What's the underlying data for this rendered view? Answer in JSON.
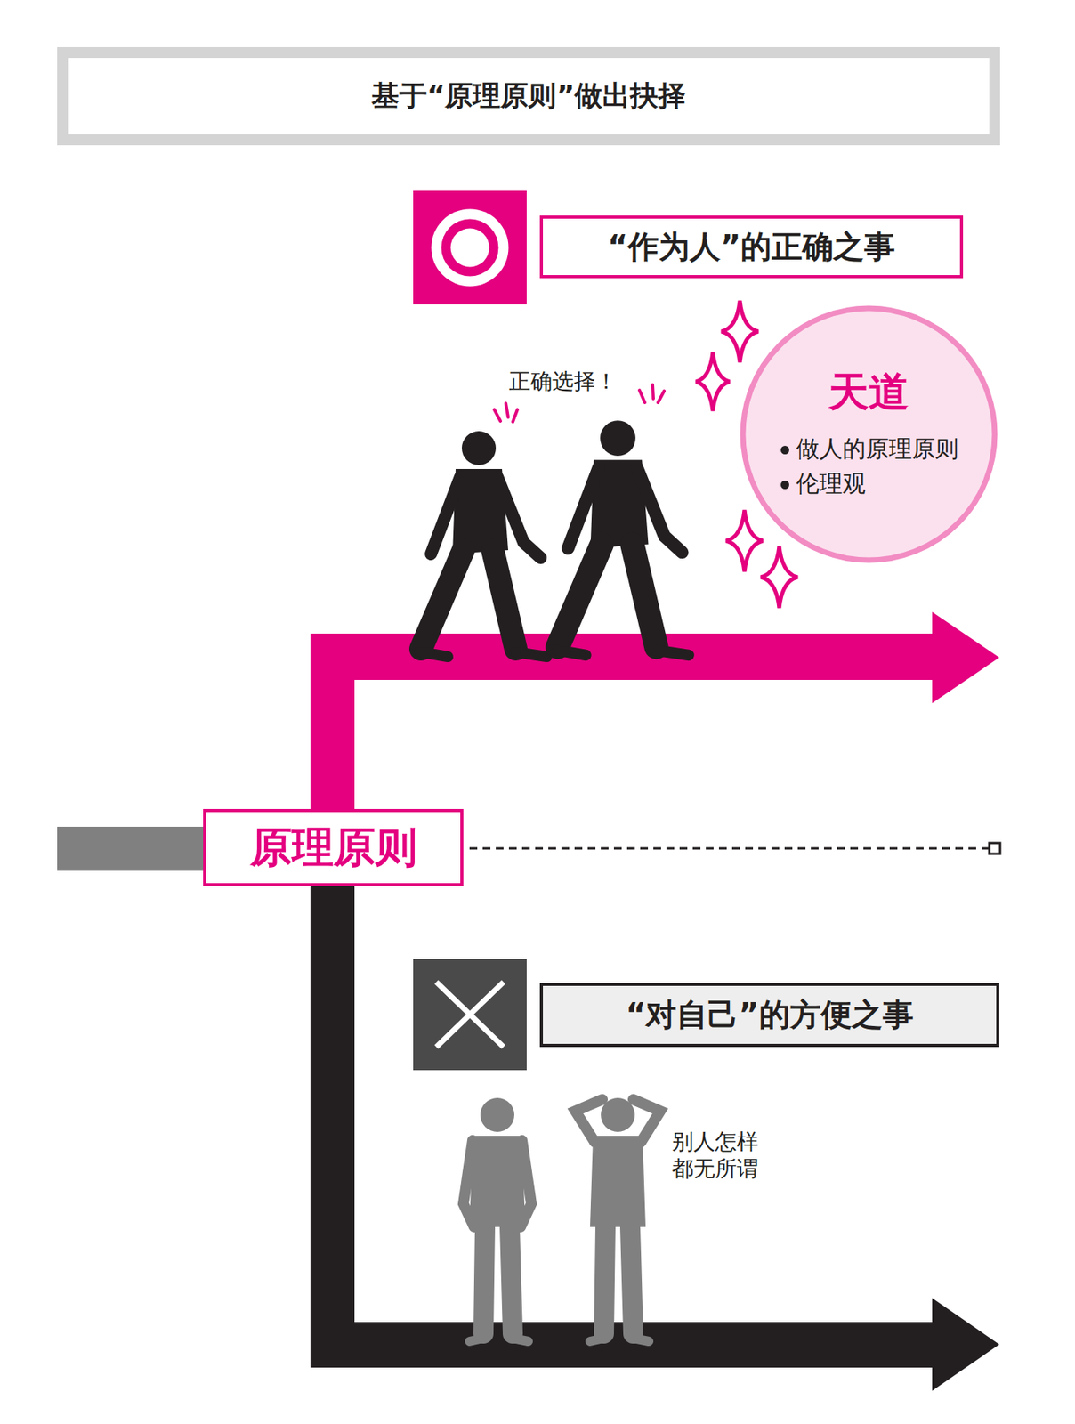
{
  "diagram": {
    "title": "基于“原理原则”做出抉择",
    "nodes": [
      {
        "text": [
          "“作为人”的正确之事"
        ]
      },
      {
        "text": [
          "天道",
          "做人的原理原则",
          "伦理观"
        ]
      },
      {
        "text": [
          "原理原则"
        ]
      },
      {
        "text": [
          "“对自己”的方便之事"
        ]
      }
    ],
    "labels": [
      "正确选择！",
      "别人怎样 都无所谓"
    ]
  }
}
